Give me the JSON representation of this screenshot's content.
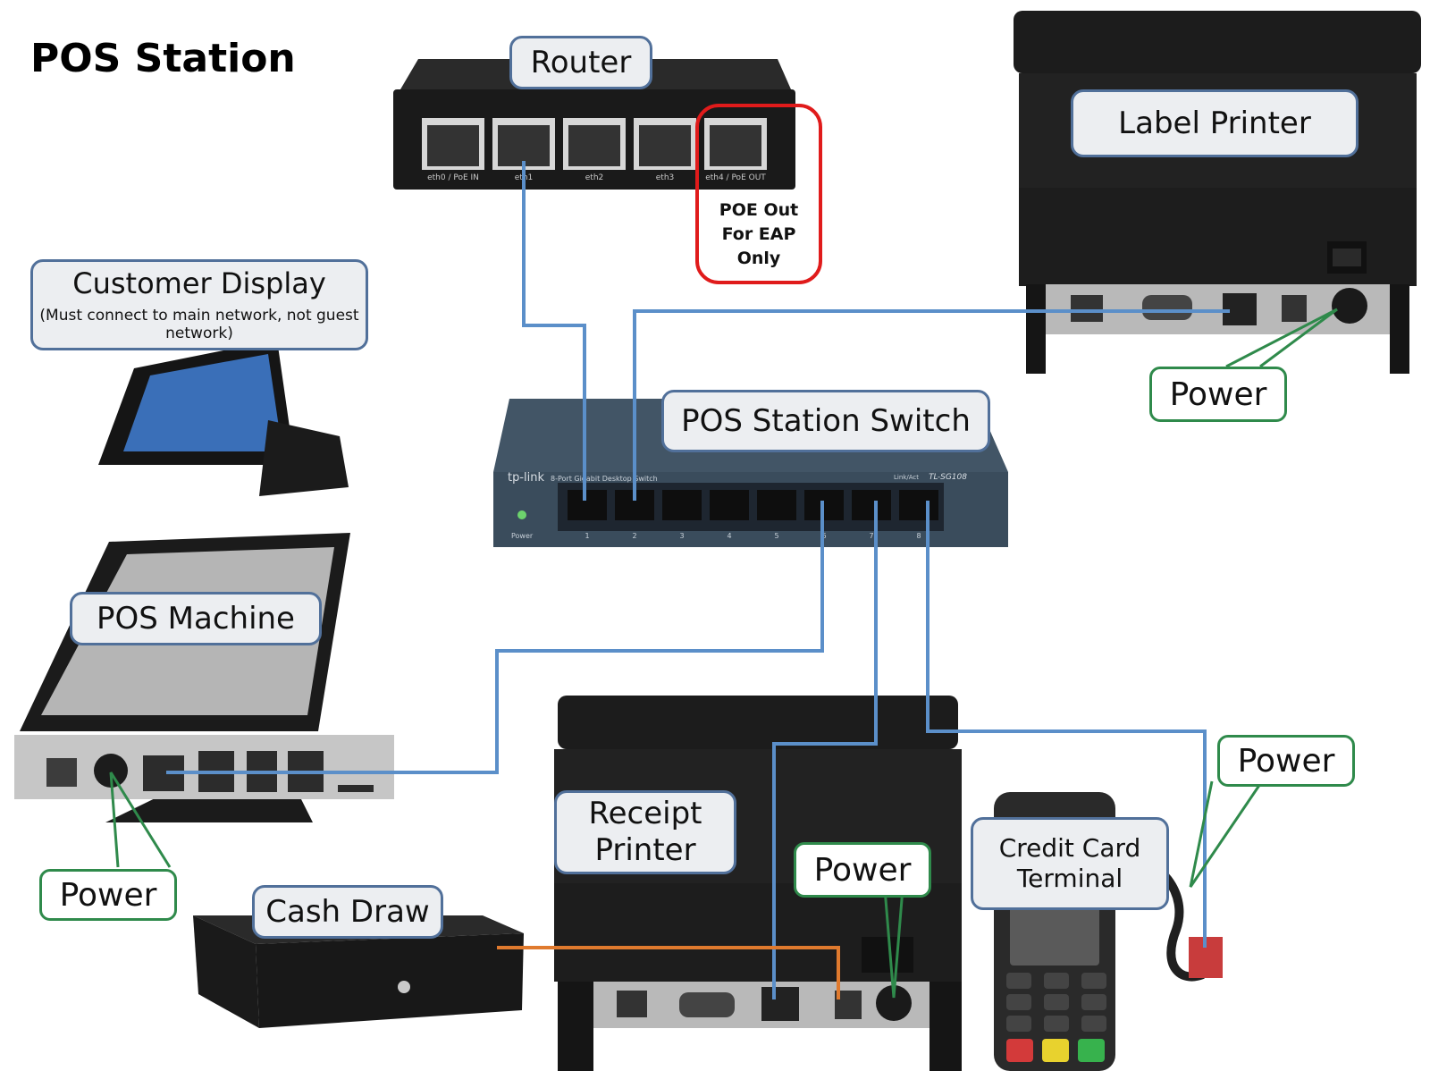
{
  "title": "POS Station",
  "router": {
    "label": "Router",
    "ports": [
      "eth0 / PoE IN",
      "eth1",
      "eth2",
      "eth3",
      "eth4 / PoE OUT"
    ],
    "poe_note": [
      "POE Out",
      "For EAP",
      "Only"
    ]
  },
  "switch": {
    "label": "POS Station Switch",
    "brand": "tp-link",
    "desc": "8-Port Gigabit Desktop Switch",
    "model": "TL-SG108",
    "power_led": "Power",
    "linkact": "Link/Act",
    "port_numbers": [
      "1",
      "2",
      "3",
      "4",
      "5",
      "6",
      "7",
      "8"
    ]
  },
  "devices": {
    "label_printer": "Label Printer",
    "customer_display": {
      "title": "Customer Display",
      "note": "(Must connect to main network, not guest network)"
    },
    "pos_machine": "POS Machine",
    "receipt_printer": "Receipt Printer",
    "cash_draw": "Cash Draw",
    "credit_card_terminal": "Credit Card Terminal"
  },
  "power_labels": {
    "label_printer": "Power",
    "pos_machine": "Power",
    "receipt_printer": "Power",
    "credit_card_terminal": "Power"
  },
  "colors": {
    "ethernet_cable": "#5b8fc9",
    "cash_draw_cable": "#e07a2e",
    "power_callout": "#2f8a4b",
    "label_border": "#51709a",
    "label_fill": "#eceef1",
    "poe_highlight": "#e01b1b"
  }
}
